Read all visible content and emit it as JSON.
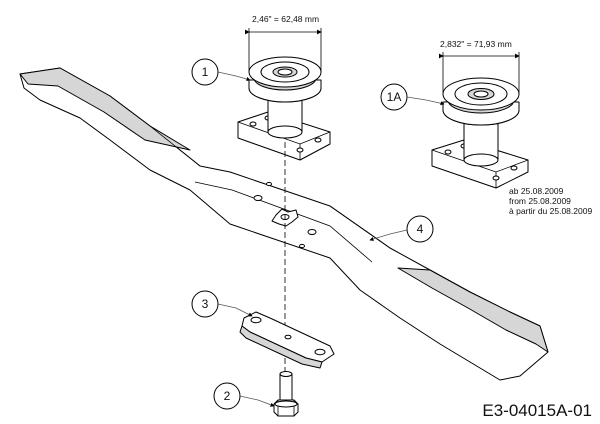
{
  "dimensions": {
    "pulley_1": "2,46\" = 62,48 mm",
    "pulley_1a": "2,832\" = 71,93 mm"
  },
  "callouts": {
    "pulley_1": "1",
    "pulley_1a": "1A",
    "blade": "4",
    "adapter_plate": "3",
    "bolt": "2"
  },
  "note": {
    "line1": "ab 25.08.2009",
    "line2": "from 25.08.2009",
    "line3": "à partir du 25.08.2009"
  },
  "diagram_code": "E3-04015A-01",
  "colors": {
    "line": "#000000",
    "shade": "#d6d6d6",
    "background": "#ffffff"
  }
}
